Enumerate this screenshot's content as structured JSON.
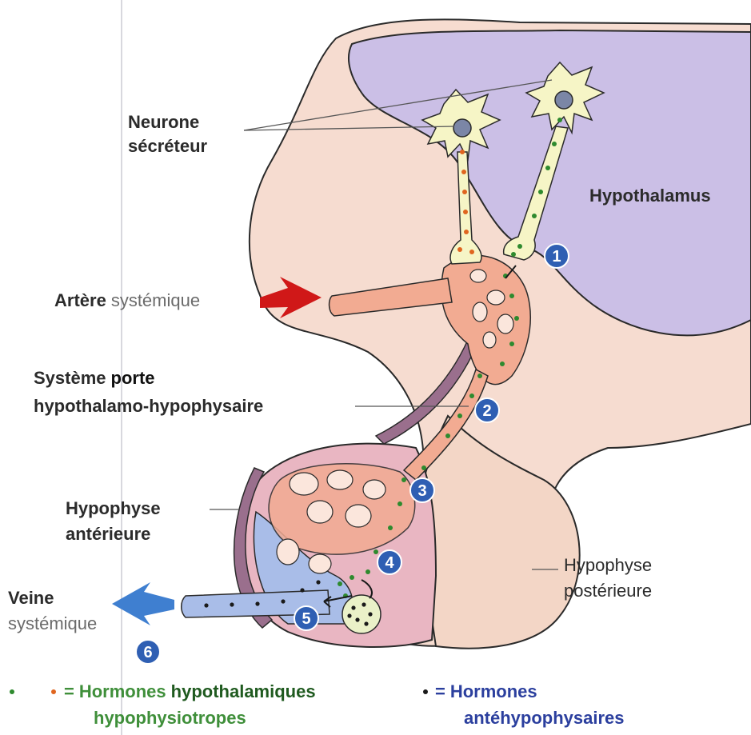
{
  "labels": {
    "neurone_line1": "Neurone",
    "neurone_line2": "sécréteur",
    "hypothalamus": "Hypothalamus",
    "artere_bold": "Artère",
    "artere_rest": "systémique",
    "systeme_a": "Système",
    "systeme_b": "porte",
    "systeme_line2": "hypothalamo-hypophysaire",
    "hypophyse_ant_line1": "Hypophyse",
    "hypophyse_ant_line2": "antérieure",
    "hypophyse_post_line1": "Hypophyse",
    "hypophyse_post_line2": "postérieure",
    "veine_bold": "Veine",
    "veine_rest": "systémique"
  },
  "steps": [
    "1",
    "2",
    "3",
    "4",
    "5",
    "6"
  ],
  "legend": {
    "item1_eq": "=",
    "item1_a": "Hormones",
    "item1_b": "hypothalamiques",
    "item1_line2": "hypophysiotropes",
    "item2_eq": "=",
    "item2_line1": "Hormones",
    "item2_line2": "antéhypophysaires"
  },
  "colors": {
    "hypothalamus": "#cbbfe6",
    "brain_tissue": "#f6dcd0",
    "vessel": "#f2ab92",
    "vein": "#a9bde8",
    "hypothalamic_hormone_orange": "#e0651f",
    "hypothalamic_hormone_green": "#2e8a2e",
    "pituitary_hormone": "#1a1a1a",
    "badge": "#2f5fb3",
    "artery_arrow": "#d01818",
    "vein_arrow": "#3f7fd0"
  }
}
